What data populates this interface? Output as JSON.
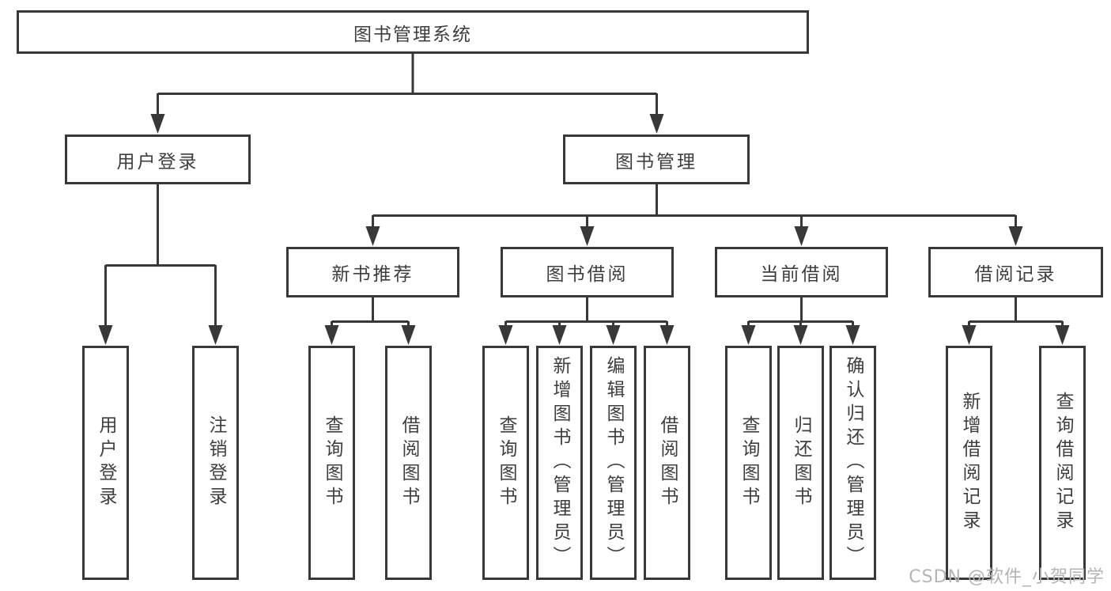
{
  "theme": {
    "line_color": "#383838",
    "text_color": "#3e3e3e",
    "box_background": "#ffffff",
    "watermark_color": "#b4b4b4"
  },
  "diagram": {
    "root": {
      "label": "图书管理系统"
    },
    "user_login": {
      "label": "用户登录",
      "children": [
        {
          "label": "用户登录"
        },
        {
          "label": "注销登录"
        }
      ]
    },
    "book_management": {
      "label": "图书管理",
      "sections": [
        {
          "label": "新书推荐",
          "children": [
            {
              "label": "查询图书"
            },
            {
              "label": "借阅图书"
            }
          ]
        },
        {
          "label": "图书借阅",
          "children": [
            {
              "label": "查询图书"
            },
            {
              "label": "新增图书（管理员）"
            },
            {
              "label": "编辑图书（管理员）"
            },
            {
              "label": "借阅图书"
            }
          ]
        },
        {
          "label": "当前借阅",
          "children": [
            {
              "label": "查询图书"
            },
            {
              "label": "归还图书"
            },
            {
              "label": "确认归还（管理员）"
            }
          ]
        },
        {
          "label": "借阅记录",
          "children": [
            {
              "label": "新增借阅记录"
            },
            {
              "label": "查询借阅记录"
            }
          ]
        }
      ]
    }
  },
  "watermark": {
    "text": "CSDN @软件_小贺同学"
  }
}
